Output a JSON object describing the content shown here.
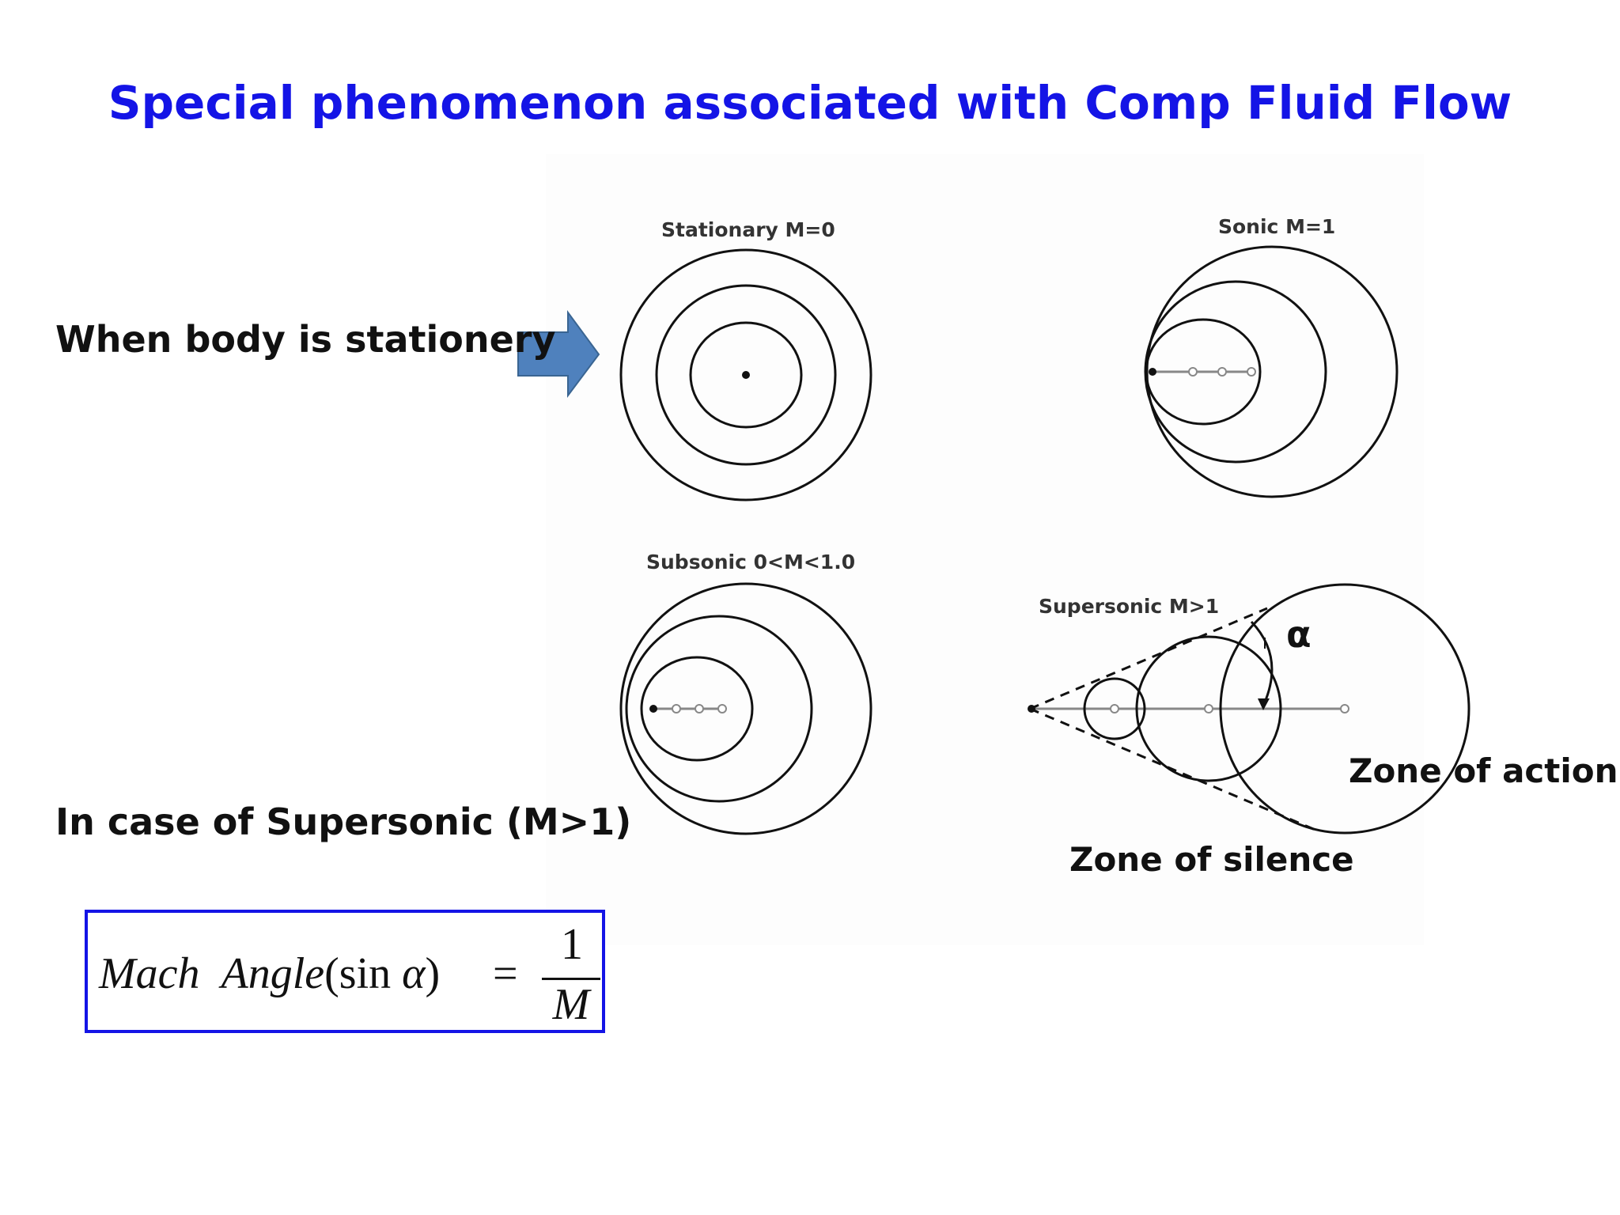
{
  "slide": {
    "title": "Special phenomenon associated with Comp Fluid Flow",
    "stationary_label": "When body is stationery",
    "supersonic_label": "In case of Supersonic (M>1)",
    "formula": {
      "lhs_words": "Mach  Angle",
      "lhs_open": "(sin ",
      "lhs_alpha": "α",
      "lhs_close": ")",
      "equals": "=",
      "numerator": "1",
      "denominator": "M"
    },
    "arrow_color": "#4f81bd",
    "title_color": "#1414e6"
  },
  "diagram": {
    "captions": {
      "stationary": "Stationary M=0",
      "sonic": "Sonic M=1",
      "subsonic": "Subsonic 0<M<1.0",
      "supersonic": "Supersonic M>1"
    },
    "alpha": "α",
    "zone_action": "Zone of action",
    "zone_silence": "Zone of silence"
  }
}
